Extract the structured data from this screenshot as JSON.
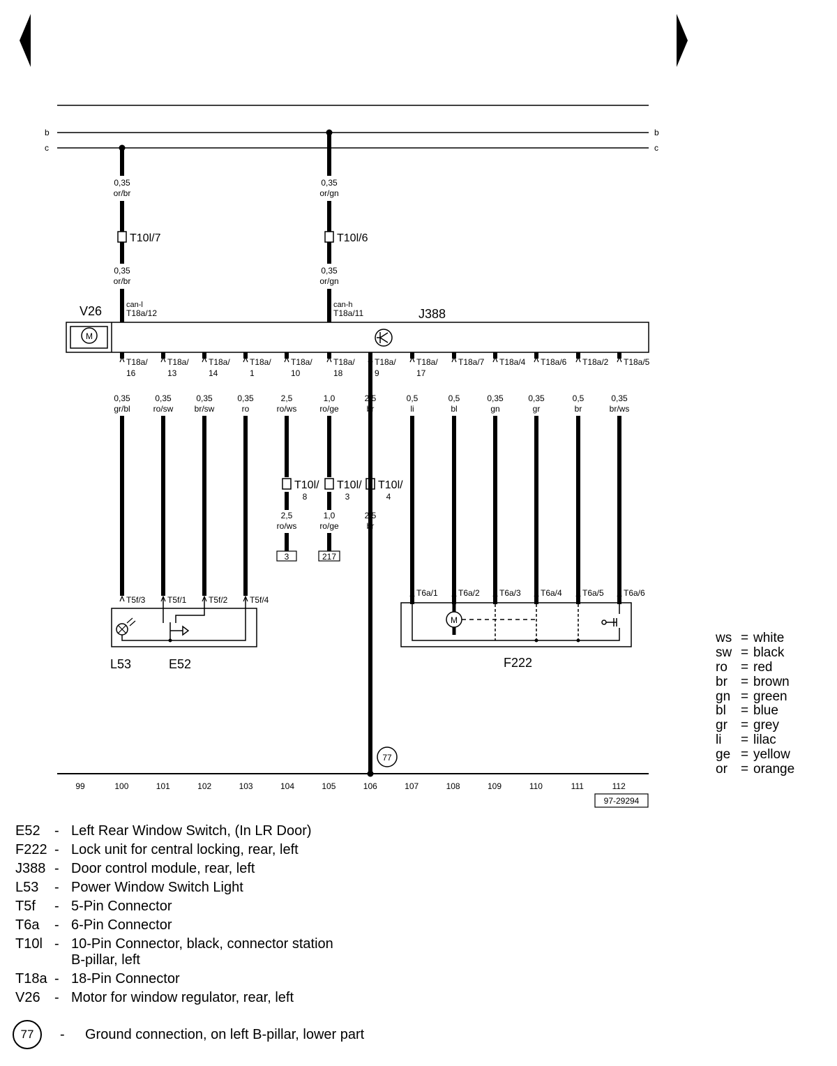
{
  "nav": {
    "prev_icon": "triangle-left-icon",
    "next_icon": "triangle-right-icon"
  },
  "rails": {
    "top_left": "b",
    "top_right": "b",
    "second_left": "c",
    "second_right": "c"
  },
  "bus_wires": {
    "can_l": {
      "gauge_top": "0,35",
      "color_top": "or/br",
      "connector": "T10l/7",
      "gauge_bottom": "0,35",
      "color_bottom": "or/br",
      "signal": "can-l",
      "pin": "T18a/12"
    },
    "can_h": {
      "gauge_top": "0,35",
      "color_top": "or/gn",
      "connector": "T10l/6",
      "gauge_bottom": "0,35",
      "color_bottom": "or/gn",
      "signal": "can-h",
      "pin": "T18a/11"
    }
  },
  "module": {
    "label": "J388",
    "motor_label": "V26",
    "motor_symbol": "M",
    "transistor_icon": "transistor-icon"
  },
  "wires": [
    {
      "pin_top": "T18a/",
      "pin_bottom": "16",
      "gauge": "0,35",
      "color": "gr/bl"
    },
    {
      "pin_top": "T18a/",
      "pin_bottom": "13",
      "gauge": "0,35",
      "color": "ro/sw"
    },
    {
      "pin_top": "T18a/",
      "pin_bottom": "14",
      "gauge": "0,35",
      "color": "br/sw"
    },
    {
      "pin_top": "T18a/",
      "pin_bottom": "1",
      "gauge": "0,35",
      "color": "ro"
    },
    {
      "pin_top": "T18a/",
      "pin_bottom": "10",
      "gauge": "2,5",
      "color": "ro/ws"
    },
    {
      "pin_top": "T18a/",
      "pin_bottom": "18",
      "gauge": "1,0",
      "color": "ro/ge"
    },
    {
      "pin_top": "T18a/",
      "pin_bottom": "9",
      "gauge": "2,5",
      "color": "br"
    },
    {
      "pin_top": "T18a/",
      "pin_bottom": "17",
      "gauge": "0,5",
      "color": "li"
    },
    {
      "pin_top": "T18a/7",
      "pin_bottom": "",
      "gauge": "0,5",
      "color": "bl"
    },
    {
      "pin_top": "T18a/4",
      "pin_bottom": "",
      "gauge": "0,35",
      "color": "gn"
    },
    {
      "pin_top": "T18a/6",
      "pin_bottom": "",
      "gauge": "0,35",
      "color": "gr"
    },
    {
      "pin_top": "T18a/2",
      "pin_bottom": "",
      "gauge": "0,5",
      "color": "br"
    },
    {
      "pin_top": "T18a/5",
      "pin_bottom": "",
      "gauge": "0,35",
      "color": "br/ws"
    }
  ],
  "mid_connectors": [
    {
      "label_top": "T10l/",
      "label_bottom": "8",
      "gauge": "2,5",
      "color": "ro/ws",
      "ref": "3"
    },
    {
      "label_top": "T10l/",
      "label_bottom": "3",
      "gauge": "1,0",
      "color": "ro/ge",
      "ref": "217"
    },
    {
      "label_top": "T10l/",
      "label_bottom": "4",
      "gauge": "2,5",
      "color": "br",
      "ref": ""
    }
  ],
  "left_unit": {
    "pins": [
      "T5f/3",
      "T5f/1",
      "T5f/2",
      "T5f/4"
    ],
    "label_l53": "L53",
    "label_e52": "E52"
  },
  "right_unit": {
    "pins": [
      "T6a/1",
      "T6a/2",
      "T6a/3",
      "T6a/4",
      "T6a/5",
      "T6a/6"
    ],
    "label": "F222",
    "motor_symbol": "M"
  },
  "ground": {
    "ref": "77"
  },
  "track_numbers": [
    "99",
    "100",
    "101",
    "102",
    "103",
    "104",
    "105",
    "106",
    "107",
    "108",
    "109",
    "110",
    "111",
    "112"
  ],
  "diagram_id": "97-29294",
  "color_legend": [
    {
      "code": "ws",
      "name": "white"
    },
    {
      "code": "sw",
      "name": "black"
    },
    {
      "code": "ro",
      "name": "red"
    },
    {
      "code": "br",
      "name": "brown"
    },
    {
      "code": "gn",
      "name": "green"
    },
    {
      "code": "bl",
      "name": "blue"
    },
    {
      "code": "gr",
      "name": "grey"
    },
    {
      "code": "li",
      "name": "lilac"
    },
    {
      "code": "ge",
      "name": "yellow"
    },
    {
      "code": "or",
      "name": "orange"
    }
  ],
  "legend_eq": "=",
  "parts": [
    {
      "code": "E52",
      "dash": "-",
      "desc": "Left Rear Window Switch, (In LR Door)"
    },
    {
      "code": "F222",
      "dash": "-",
      "desc": "Lock unit for central locking, rear, left"
    },
    {
      "code": "J388",
      "dash": "-",
      "desc": "Door control module, rear, left"
    },
    {
      "code": "L53",
      "dash": "-",
      "desc": "Power Window Switch Light"
    },
    {
      "code": "T5f",
      "dash": "-",
      "desc": "5-Pin Connector"
    },
    {
      "code": "T6a",
      "dash": "-",
      "desc": "6-Pin Connector"
    },
    {
      "code": "T10l",
      "dash": "-",
      "desc": "10-Pin Connector, black, connector station"
    },
    {
      "code": "",
      "dash": "",
      "desc": "B-pillar, left"
    },
    {
      "code": "T18a",
      "dash": "-",
      "desc": "18-Pin Connector"
    },
    {
      "code": "V26",
      "dash": "-",
      "desc": "Motor for window regulator, rear, left"
    }
  ],
  "ground_legend": {
    "ref": "77",
    "dash": "-",
    "desc": "Ground connection, on left B-pillar, lower part"
  }
}
